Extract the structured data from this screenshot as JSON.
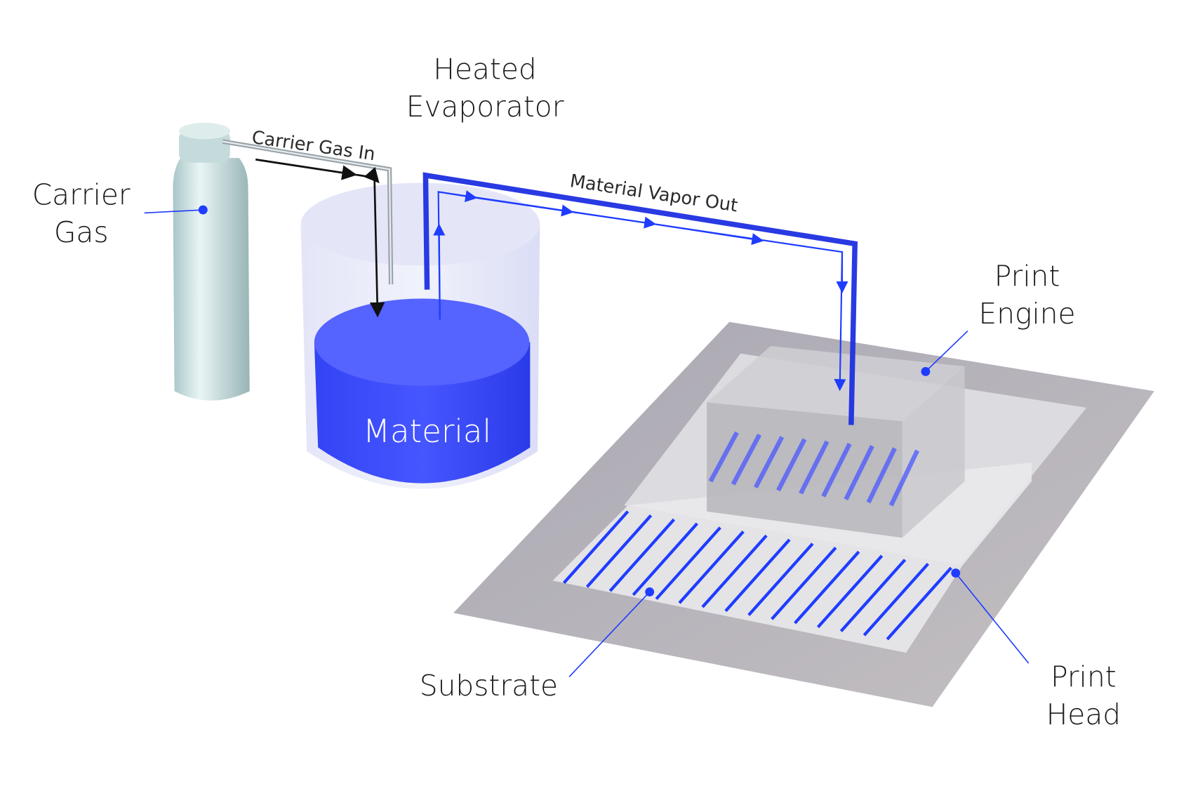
{
  "labels": {
    "carrier_gas": [
      "Carrier",
      "Gas"
    ],
    "heated_evaporator": [
      "Heated",
      "Evaporator"
    ],
    "carrier_gas_in": "Carrier Gas In",
    "material_vapor_out": "Material Vapor Out",
    "material": "Material",
    "print_engine": [
      "Print",
      "Engine"
    ],
    "substrate": "Substrate",
    "print_head": [
      "Print",
      "Head"
    ]
  },
  "colors": {
    "accent_blue": "#1f3cff",
    "material_blue": "#3d4dff",
    "plate_gray": "#b7b4b8",
    "tank": "#c9dfe0"
  }
}
